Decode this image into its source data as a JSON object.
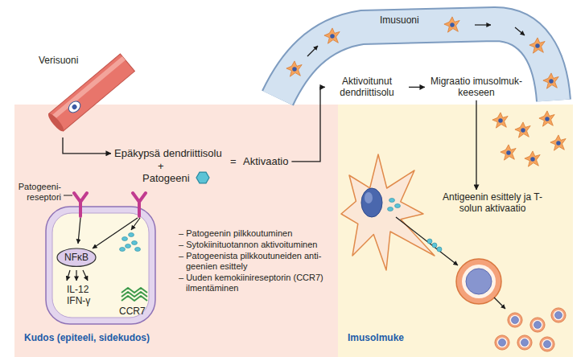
{
  "diagram": {
    "nodes": [
      {
        "text": [
          "Verisuoni"
        ]
      },
      {
        "text": [
          "Imusuoni"
        ]
      },
      {
        "text": [
          "Aktivoitunut dendriittisolu"
        ]
      },
      {
        "text": [
          "Migraatio imusolmuk- keeseen"
        ]
      },
      {
        "text": [
          "Kudos (epiteeli, sidekudos)"
        ]
      },
      {
        "text": [
          "Epäkypsä dendriittisolu"
        ],
        "in": 4
      },
      {
        "text": [
          "Patogeeni"
        ],
        "in": 4
      },
      {
        "text": [
          "Aktivaatio"
        ],
        "in": 4
      },
      {
        "text": [
          "IL-12",
          "IFN-γ"
        ],
        "in": 4
      },
      {
        "text": [
          "NFκB"
        ],
        "in": 8
      },
      {
        "text": [
          "Imusolmuke"
        ]
      },
      {
        "text": [
          "Antigeenin esittely ja T-solun aktivaatio"
        ],
        "in": 10
      }
    ],
    "edges": [
      {
        "from": 0,
        "to": 5,
        "arrow": "to"
      },
      {
        "from": 7,
        "to": 2,
        "arrow": "to"
      },
      {
        "from": 2,
        "to": 3,
        "arrow": "to"
      },
      {
        "from": 3,
        "to": 11,
        "arrow": "to"
      }
    ],
    "labels": [
      "+",
      "=",
      "Patogeeni- reseptori",
      "– Patogeenin pilkkoutuminen",
      "– Sytokiinituotannon aktivoituminen",
      "– Patogeenista pilkkoutuneiden anti- geenien esittely",
      "– Uuden kemokiinireseptorin (CCR7) ilmentäminen",
      "CCR7"
    ]
  }
}
